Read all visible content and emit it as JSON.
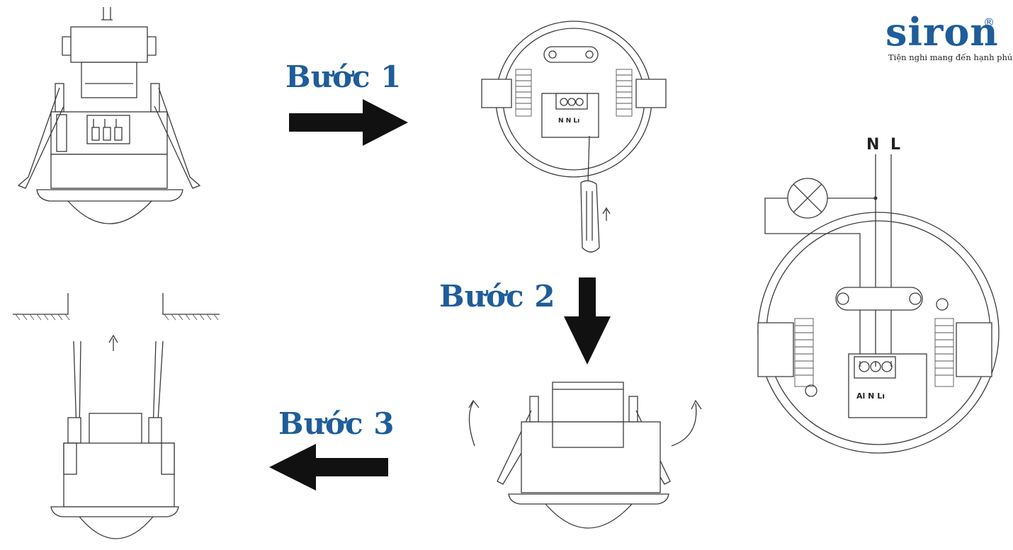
{
  "brand": {
    "name": "siron",
    "registered_mark": "®",
    "tagline": "Tiện nghi mang đến hạnh phúc",
    "color": "#1f5d9a"
  },
  "steps": [
    {
      "label": "Bước 1",
      "arrow_direction": "right"
    },
    {
      "label": "Bước 2",
      "arrow_direction": "down"
    },
    {
      "label": "Bước 3",
      "arrow_direction": "left"
    }
  ],
  "wiring": {
    "supply_labels": [
      "N",
      "L"
    ],
    "terminal_labels": [
      "Al",
      "N",
      "Lı"
    ],
    "load_icon": "lamp-icon"
  },
  "small_terminal_labels": [
    "N",
    "N",
    "Lı"
  ]
}
